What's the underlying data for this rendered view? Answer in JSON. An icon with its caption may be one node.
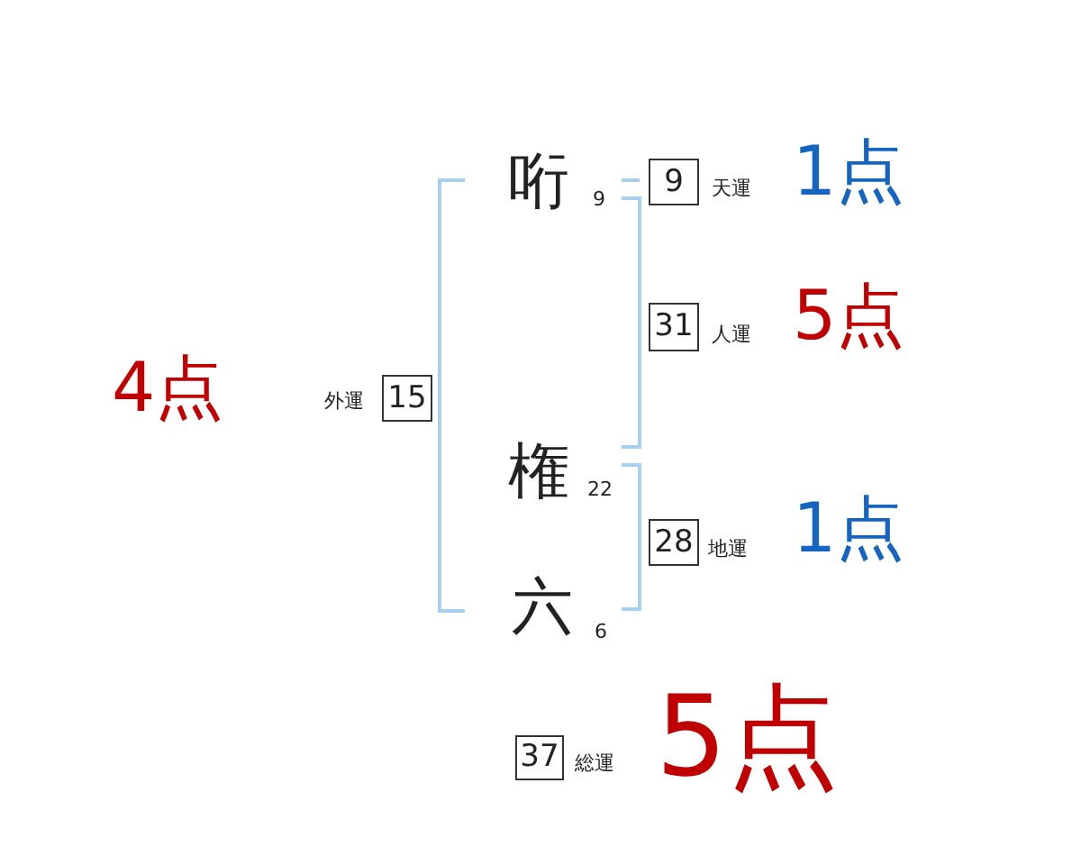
{
  "diagram": {
    "nodes": [
      {
        "text": [
          "9"
        ],
        "beside": [
          "天運",
          "1点"
        ]
      },
      {
        "text": [
          "31"
        ],
        "beside": [
          "人運",
          "5点"
        ]
      },
      {
        "text": [
          "15"
        ],
        "beside": [
          "外運",
          "4点"
        ]
      },
      {
        "text": [
          "28"
        ],
        "beside": [
          "地運",
          "1点"
        ]
      },
      {
        "text": [
          "37"
        ],
        "beside": [
          "総運",
          "5点"
        ]
      }
    ],
    "labels": [
      "哘",
      "9",
      "権",
      "22",
      "六",
      "6"
    ]
  }
}
